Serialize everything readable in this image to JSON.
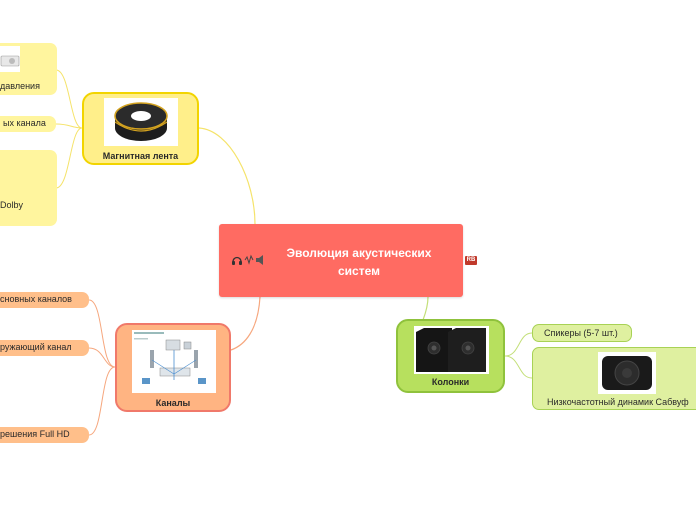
{
  "central": {
    "title": "Эволюция акустических систем",
    "badge": "RB",
    "icons": [
      "headphones-icon",
      "sound-wave-icon",
      "speaker-icon"
    ]
  },
  "branches": {
    "tape": {
      "label": "Магнитная лента",
      "color": "#ffef8a",
      "subtopics": [
        "давления",
        "ых канала",
        "Dolby"
      ]
    },
    "channels": {
      "label": "Каналы",
      "color": "#ffb482",
      "subtopics": [
        "сновных каналов",
        "ружающий канал",
        "решения Full  HD"
      ]
    },
    "speakers": {
      "label": "Колонки",
      "color": "#b7e05e",
      "subtopics": [
        "Спикеры (5-7 шт.)",
        "Низкочастотный динамик Сабвуф"
      ]
    }
  },
  "colors": {
    "central": "#ff6b62",
    "connector_tape": "#f5e36a",
    "connector_channels": "#f6a77e",
    "connector_speakers": "#c3df78"
  }
}
